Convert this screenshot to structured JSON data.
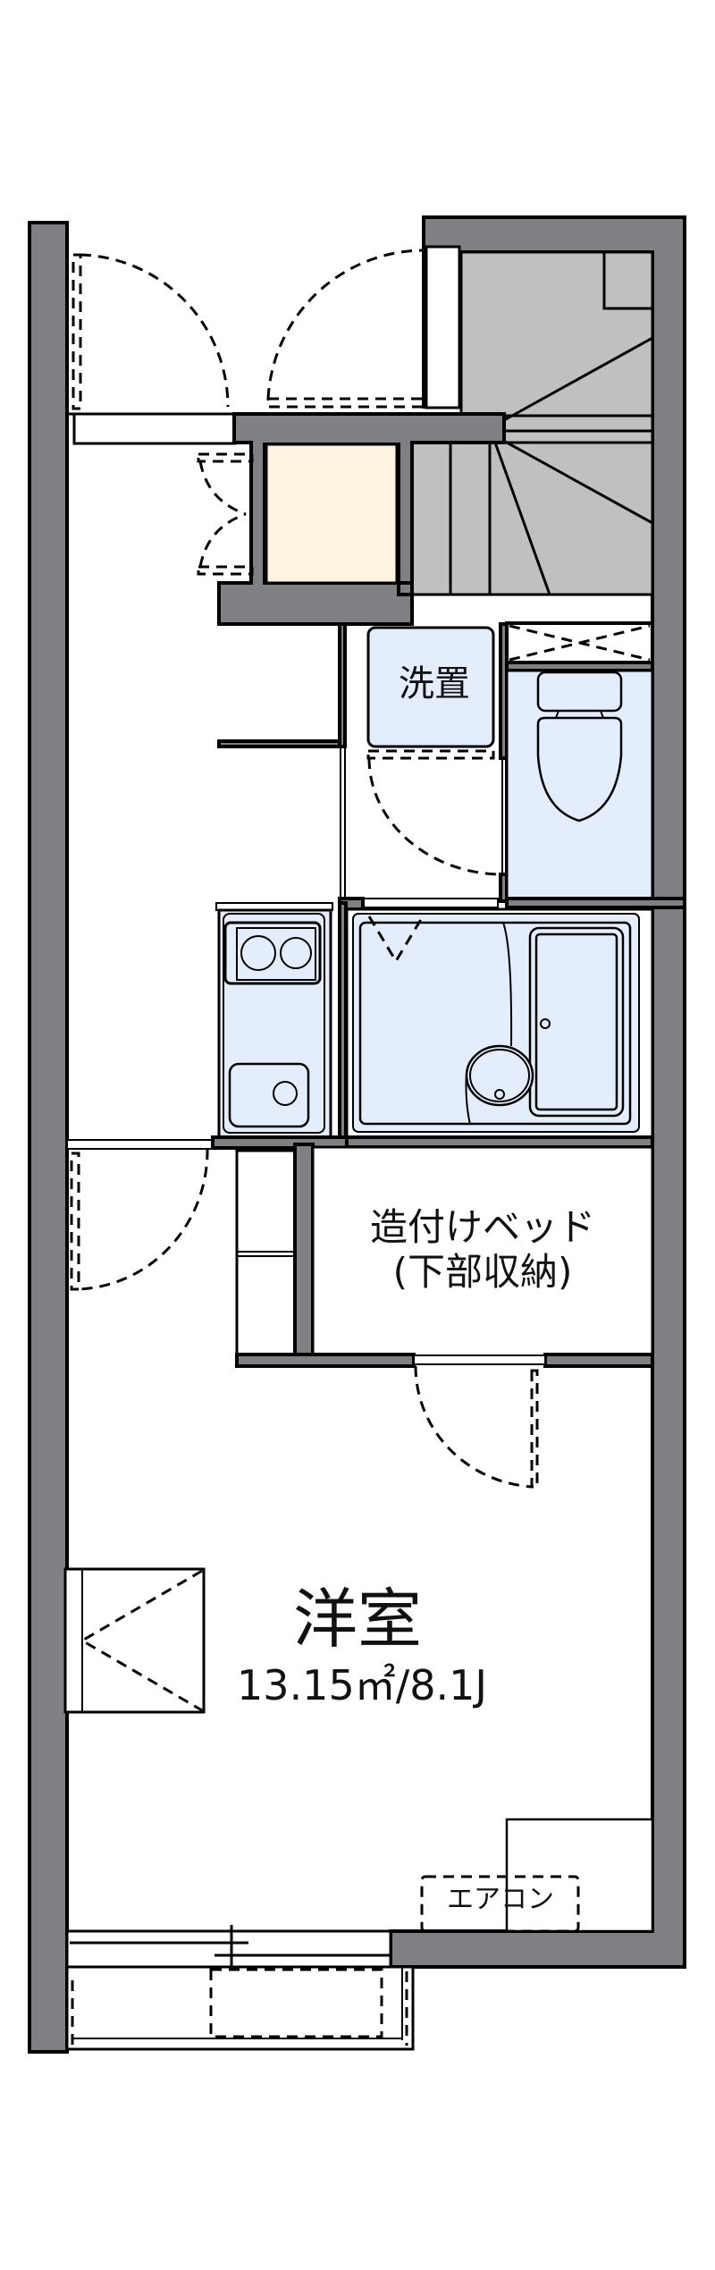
{
  "floorplan": {
    "rooms": {
      "washer_space": {
        "label": "洗置"
      },
      "built_in_bed": {
        "label_line1": "造付けベッド",
        "label_line2": "(下部収納)"
      },
      "western_room": {
        "label": "洋室",
        "area": "13.15㎡/8.1J"
      },
      "air_conditioner": {
        "label": "エアコン"
      }
    },
    "colors": {
      "wall": "#808084",
      "wet_area": "#e3edfc",
      "storage": "#fff4e2",
      "stair": "#c0c0c0",
      "floor": "#ffffff"
    },
    "fixtures": [
      "entrance-door",
      "storage-closet",
      "staircase",
      "washer-space",
      "pipe-shaft",
      "toilet",
      "kitchen",
      "bathroom",
      "built-in-bed",
      "shelf",
      "closet",
      "air-conditioner",
      "balcony"
    ]
  }
}
